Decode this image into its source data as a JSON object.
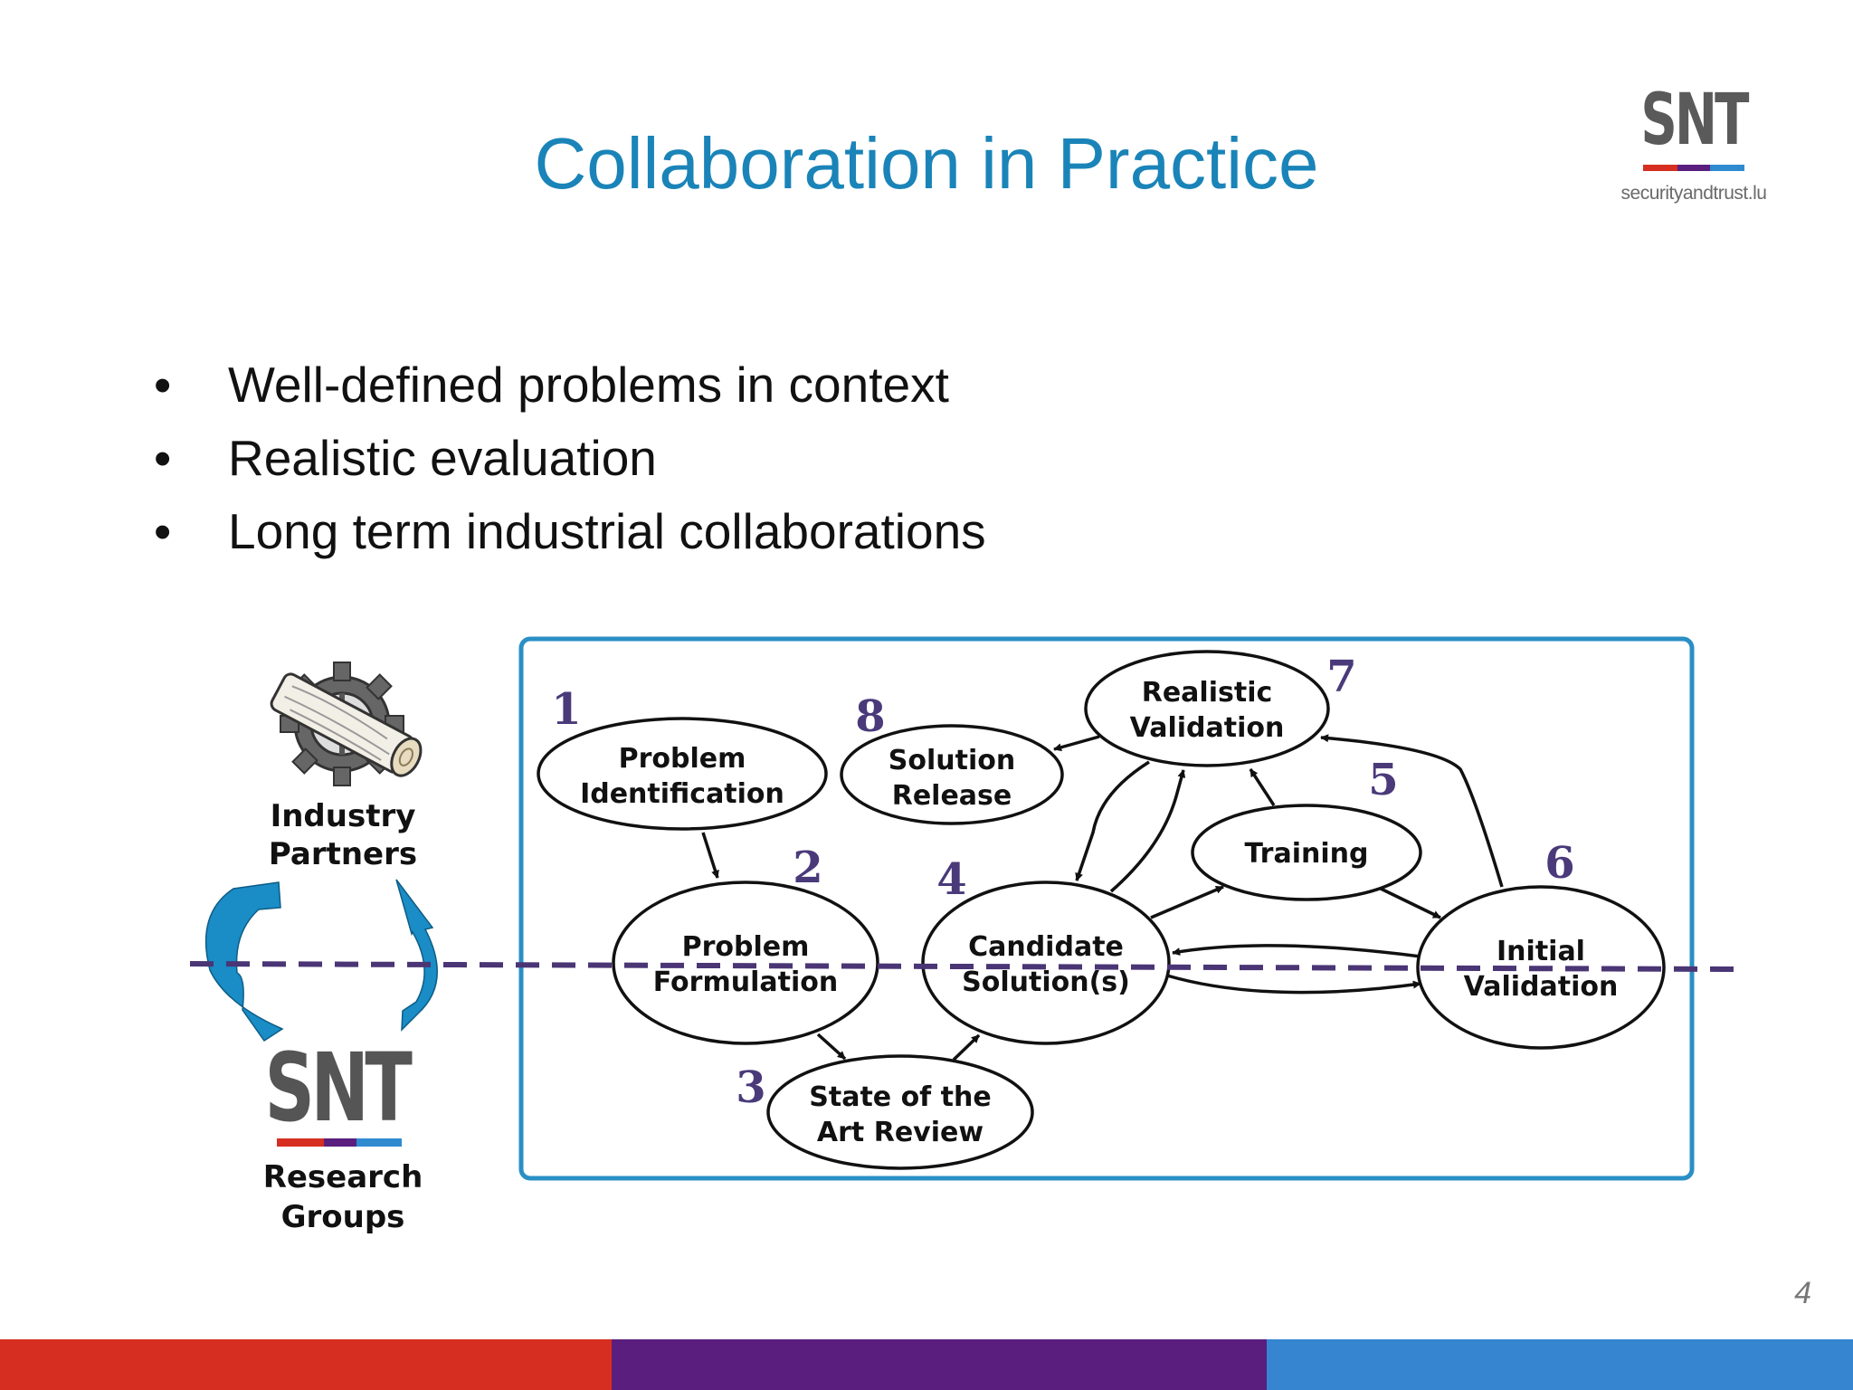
{
  "slide": {
    "title": "Collaboration in Practice",
    "page_number": "4"
  },
  "logo": {
    "text": "SNT",
    "url": "securityandtrust.lu"
  },
  "bullets": [
    {
      "symbol": "•",
      "text": "Well-defined problems in context"
    },
    {
      "symbol": "•",
      "text": "Realistic evaluation"
    },
    {
      "symbol": "•",
      "text": "Long term industrial collaborations"
    }
  ],
  "diagram": {
    "industry_label": [
      "Industry",
      "Partners"
    ],
    "research_label": [
      "Research",
      "Groups"
    ],
    "research_logo_text": "SNT",
    "nodes": {
      "problem_identification": {
        "num": "1",
        "lines": [
          "Problem",
          "Identification"
        ]
      },
      "problem_formulation": {
        "num": "2",
        "lines": [
          "Problem",
          "Formulation"
        ]
      },
      "state_of_art": {
        "num": "3",
        "lines": [
          "State of the",
          "Art Review"
        ]
      },
      "candidate_solutions": {
        "num": "4",
        "lines": [
          "Candidate",
          "Solution(s)"
        ]
      },
      "training": {
        "num": "5",
        "lines": [
          "Training"
        ]
      },
      "initial_validation": {
        "num": "6",
        "lines": [
          "Initial",
          "Validation"
        ]
      },
      "realistic_validation": {
        "num": "7",
        "lines": [
          "Realistic",
          "Validation"
        ]
      },
      "solution_release": {
        "num": "8",
        "lines": [
          "Solution",
          "Release"
        ]
      }
    }
  },
  "colors": {
    "title": "#1a84b8",
    "frame": "#2a8fc4",
    "cycle_arrows": "#1a8cc6",
    "dashed_line": "#4a3575",
    "step_numbers": "#4a3a7a",
    "footer_red": "#d62e20",
    "footer_purple": "#5a1e7e",
    "footer_blue": "#3585d0"
  },
  "icons": {
    "industry": "gear-with-log-icon",
    "cycle": "circular-arrows-icon"
  }
}
